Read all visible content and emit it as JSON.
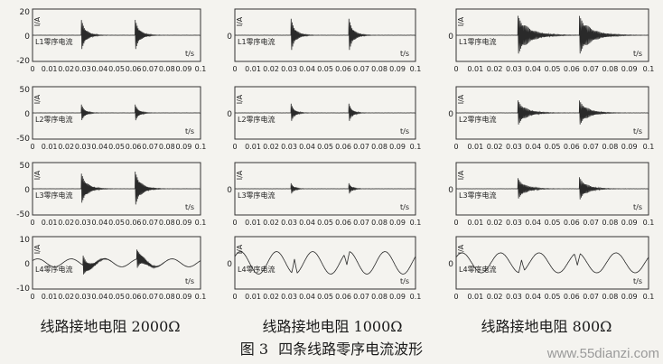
{
  "figure": {
    "number_label": "图 3",
    "title": "四条线路零序电流波形",
    "watermark": "www.55dianzi.com",
    "x_ticks": [
      "0",
      "0.01",
      "0.02",
      "0.03",
      "0.04",
      "0.05",
      "0.06",
      "0.07",
      "0.08",
      "0.09",
      "0.1"
    ],
    "x_unit": "t/s",
    "y_unit": "I/A",
    "trace_color": "#2a2a2a",
    "columns": [
      {
        "caption": "线路接地电阻 2000Ω",
        "panels": [
          {
            "label": "L1零序电流",
            "yticks": [
              "20",
              "0",
              "-20"
            ],
            "ylim": [
              -20,
              20
            ],
            "bursts": [
              {
                "t": 0.029,
                "amp": 13,
                "decay": 0.0028
              },
              {
                "t": 0.061,
                "amp": 13,
                "decay": 0.0028
              }
            ]
          },
          {
            "label": "L2零序电流",
            "yticks": [
              "50",
              "0",
              "-50"
            ],
            "ylim": [
              -50,
              50
            ],
            "bursts": [
              {
                "t": 0.029,
                "amp": 18,
                "decay": 0.0022
              },
              {
                "t": 0.061,
                "amp": 18,
                "decay": 0.0022
              }
            ]
          },
          {
            "label": "L3零序电流",
            "yticks": [
              "50",
              "0",
              "-50"
            ],
            "ylim": [
              -50,
              50
            ],
            "bursts": [
              {
                "t": 0.029,
                "amp": 32,
                "decay": 0.0035
              },
              {
                "t": 0.061,
                "amp": 36,
                "decay": 0.0035
              }
            ]
          },
          {
            "label": "L4零序电流",
            "yticks": [
              "10",
              "0",
              "-10"
            ],
            "ylim": [
              -10,
              10
            ],
            "bursts": [
              {
                "t": 0.03,
                "amp": 4,
                "decay": 0.004
              },
              {
                "t": 0.062,
                "amp": 4,
                "decay": 0.004
              }
            ],
            "sine_amp": 1.6
          }
        ]
      },
      {
        "caption": "线路接地电阻 1000Ω",
        "panels": [
          {
            "label": "L1零序电流",
            "yticks": [
              "",
              "0",
              ""
            ],
            "ylim": [
              -20,
              20
            ],
            "bursts": [
              {
                "t": 0.031,
                "amp": 14,
                "decay": 0.0026
              },
              {
                "t": 0.063,
                "amp": 14,
                "decay": 0.0026
              }
            ]
          },
          {
            "label": "L2零序电流",
            "yticks": [
              "",
              "0",
              ""
            ],
            "ylim": [
              -50,
              50
            ],
            "bursts": [
              {
                "t": 0.031,
                "amp": 20,
                "decay": 0.002
              },
              {
                "t": 0.063,
                "amp": 20,
                "decay": 0.002
              }
            ]
          },
          {
            "label": "L3零序电流",
            "yticks": [
              "",
              "0",
              ""
            ],
            "ylim": [
              -50,
              50
            ],
            "bursts": [
              {
                "t": 0.031,
                "amp": 12,
                "decay": 0.0018
              },
              {
                "t": 0.063,
                "amp": 12,
                "decay": 0.0018
              }
            ]
          },
          {
            "label": "L4零序电流",
            "yticks": [
              "",
              "0",
              ""
            ],
            "ylim": [
              -10,
              10
            ],
            "bursts": [],
            "sine_amp": 4.5,
            "spikes": [
              {
                "t": 0.033,
                "amp": 6
              },
              {
                "t": 0.062,
                "amp": -5
              }
            ]
          }
        ]
      },
      {
        "caption": "线路接地电阻 800Ω",
        "panels": [
          {
            "label": "L1零序电流",
            "yticks": [
              "",
              "0",
              ""
            ],
            "ylim": [
              -20,
              20
            ],
            "bursts": [
              {
                "t": 0.032,
                "amp": 16,
                "decay": 0.006
              },
              {
                "t": 0.064,
                "amp": 16,
                "decay": 0.006
              }
            ]
          },
          {
            "label": "L2零序电流",
            "yticks": [
              "",
              "0",
              ""
            ],
            "ylim": [
              -50,
              50
            ],
            "bursts": [
              {
                "t": 0.032,
                "amp": 26,
                "decay": 0.0045
              },
              {
                "t": 0.064,
                "amp": 26,
                "decay": 0.0045
              }
            ]
          },
          {
            "label": "L3零序电流",
            "yticks": [
              "",
              "0",
              ""
            ],
            "ylim": [
              -50,
              50
            ],
            "bursts": [
              {
                "t": 0.032,
                "amp": 22,
                "decay": 0.004
              },
              {
                "t": 0.064,
                "amp": 24,
                "decay": 0.004
              }
            ]
          },
          {
            "label": "L4零序电流",
            "yticks": [
              "",
              "0",
              ""
            ],
            "ylim": [
              -10,
              10
            ],
            "bursts": [],
            "sine_amp": 4,
            "spikes": [
              {
                "t": 0.034,
                "amp": 5
              },
              {
                "t": 0.063,
                "amp": -5
              }
            ]
          }
        ]
      }
    ]
  }
}
